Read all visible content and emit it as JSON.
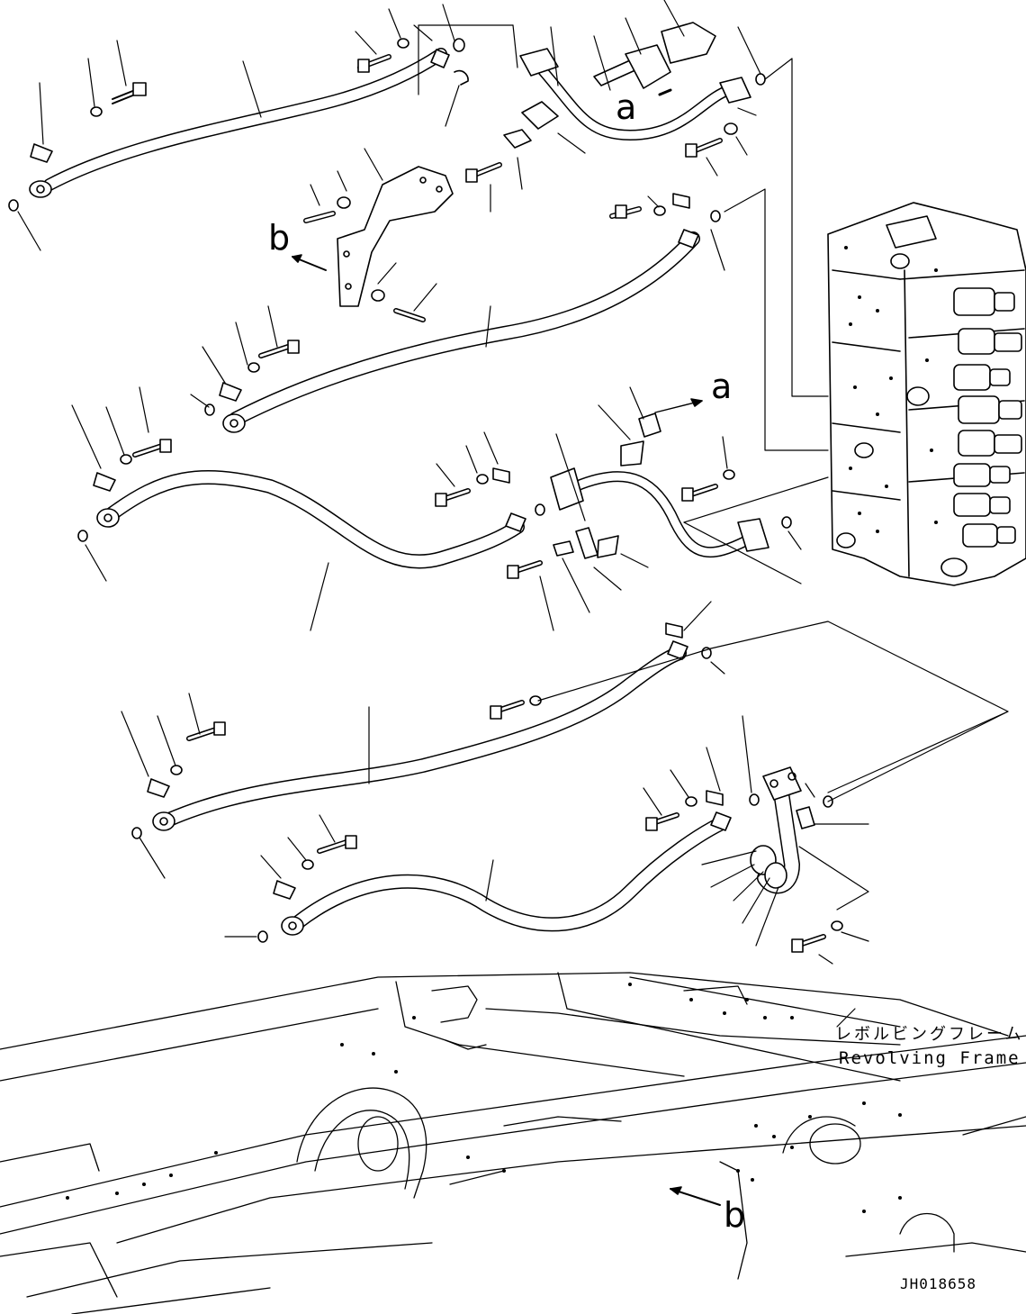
{
  "callouts": {
    "a_top": "a",
    "a_mid": "a",
    "b_left": "b",
    "b_bottom": "b"
  },
  "frame_label": {
    "japanese": "レボルビングフレーム",
    "english": "Revolving Frame"
  },
  "drawing_code": "JH018658"
}
